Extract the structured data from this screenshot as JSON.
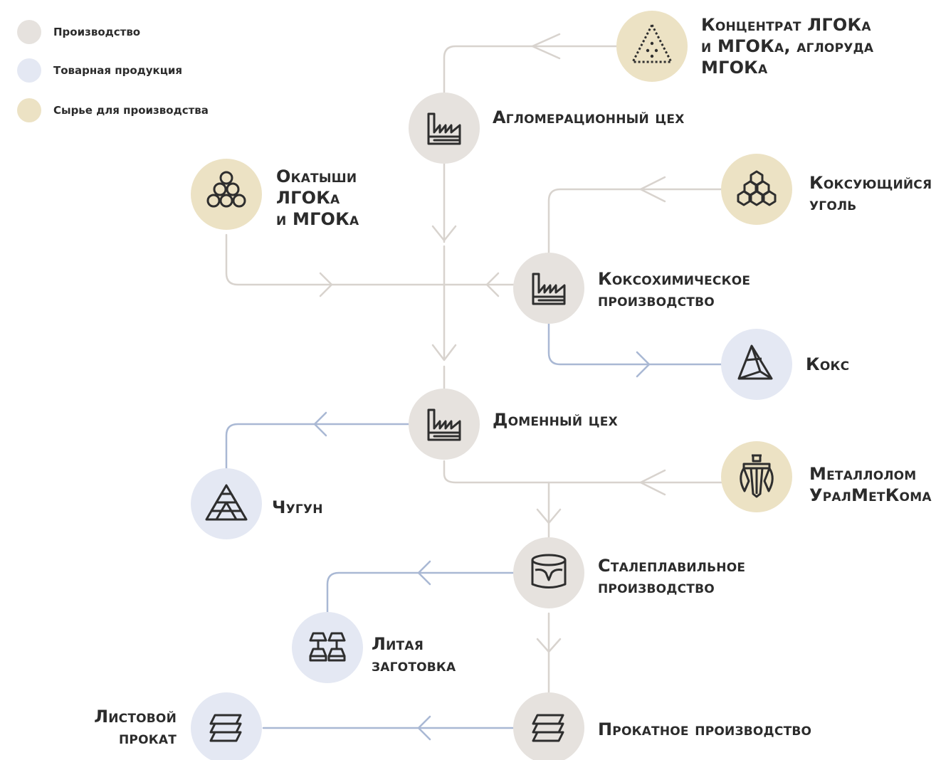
{
  "legend": {
    "production": {
      "label": "Производство",
      "color": "#e6e2de"
    },
    "products": {
      "label": "Товарная продукция",
      "color": "#e4e8f3"
    },
    "raw": {
      "label": "Сырье для производства",
      "color": "#ece2c4"
    }
  },
  "nodes": {
    "concentrate": {
      "lines": [
        "Концентрат ЛГОКа",
        "и МГОКа, аглоруда",
        "МГОКа"
      ],
      "icon": "ore-triangle-icon",
      "kind": "raw"
    },
    "sinter": {
      "lines": [
        "Агломерационный цех"
      ],
      "icon": "factory-icon",
      "kind": "production"
    },
    "pellets": {
      "lines": [
        "Окатыши",
        "ЛГОКа",
        "и МГОКа"
      ],
      "icon": "pellets-icon",
      "kind": "raw"
    },
    "coking_coal": {
      "lines": [
        "Коксующийся",
        "уголь"
      ],
      "icon": "coal-hexagons-icon",
      "kind": "raw"
    },
    "coke_chem": {
      "lines": [
        "Коксохимическое",
        "производство"
      ],
      "icon": "factory-icon",
      "kind": "production"
    },
    "coke": {
      "lines": [
        "Кокс"
      ],
      "icon": "coke-icon",
      "kind": "products"
    },
    "blast_furnace": {
      "lines": [
        "Доменный цех"
      ],
      "icon": "factory-icon",
      "kind": "production"
    },
    "scrap": {
      "lines": [
        "Металлолом",
        "УралМетКома"
      ],
      "icon": "scrap-claw-icon",
      "kind": "raw"
    },
    "pig_iron": {
      "lines": [
        "Чугун"
      ],
      "icon": "pig-iron-icon",
      "kind": "products"
    },
    "steelmaking": {
      "lines": [
        "Сталеплавильное",
        "производство"
      ],
      "icon": "ladle-icon",
      "kind": "production"
    },
    "billet": {
      "lines": [
        "Литая",
        "заготовка"
      ],
      "icon": "billet-icon",
      "kind": "products"
    },
    "rolling": {
      "lines": [
        "Прокатное производство"
      ],
      "icon": "sheets-icon",
      "kind": "production"
    },
    "sheet": {
      "lines": [
        "Листовой",
        "прокат"
      ],
      "icon": "sheets-icon",
      "kind": "products"
    }
  },
  "colors": {
    "flow_line": "#d8d3ce",
    "product_line": "#a9b8d4",
    "icon_stroke": "#2e2e2e"
  }
}
